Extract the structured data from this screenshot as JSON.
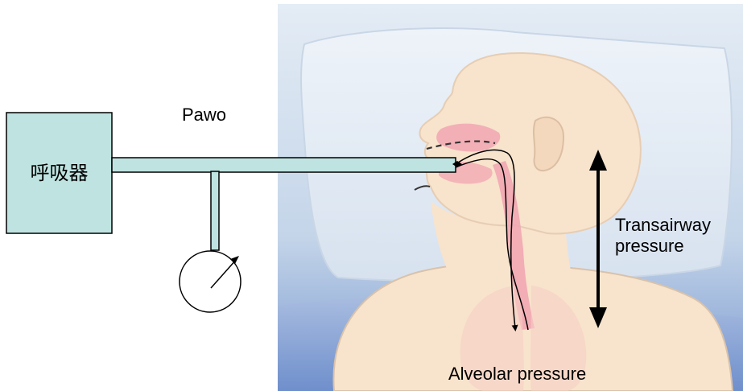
{
  "ventilator": {
    "label": "呼吸器",
    "fill_color": "#bfe3e0"
  },
  "labels": {
    "pawo": "Pawo",
    "transairway_line1": "Transairway",
    "transairway_line2": "pressure",
    "alveolar": "Alveolar pressure"
  },
  "colors": {
    "tube": "#bfe3e0",
    "outline": "#000000",
    "patient_background": "#c8d8ea",
    "skin": "#f8e3cc",
    "airway": "#f1a6b2"
  }
}
